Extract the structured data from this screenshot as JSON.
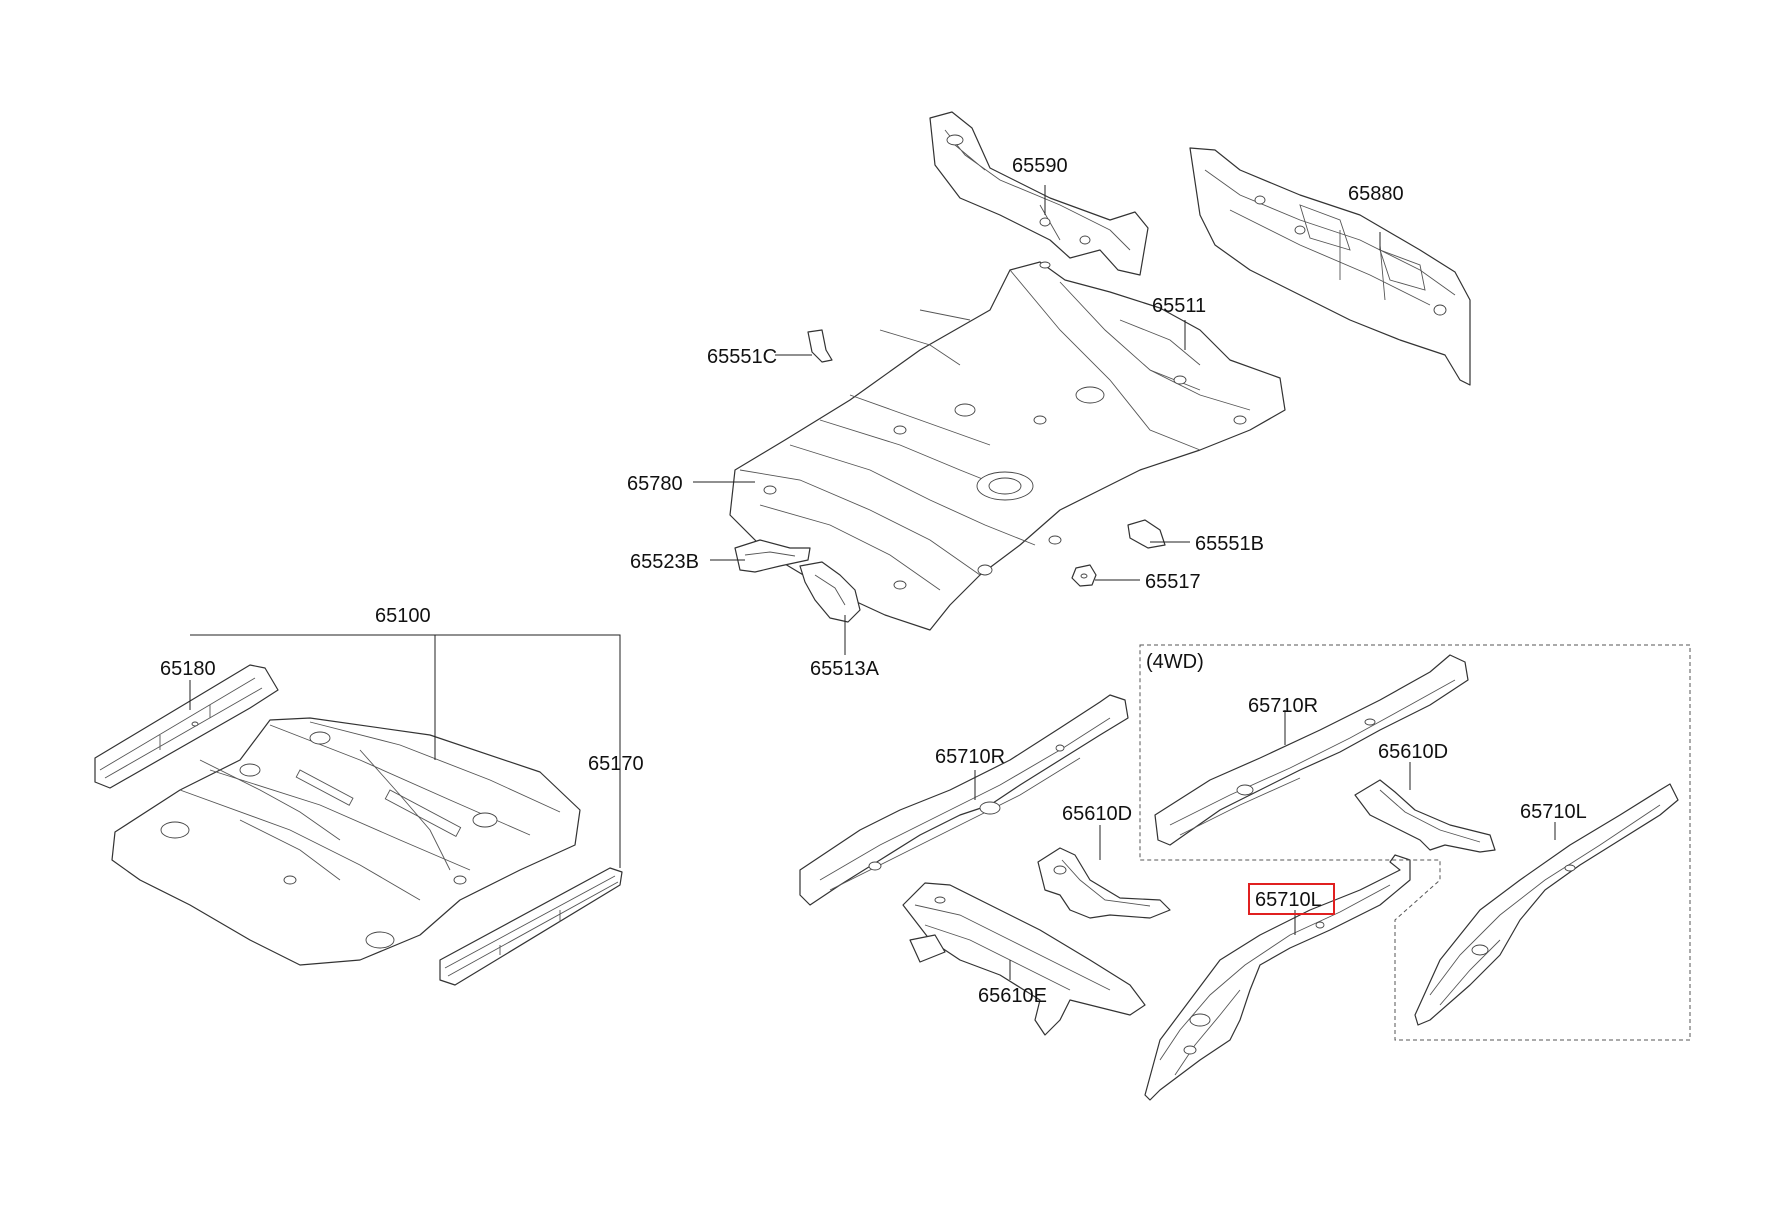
{
  "labels": {
    "p65590": "65590",
    "p65880": "65880",
    "p65511": "65511",
    "p65551C": "65551C",
    "p65780": "65780",
    "p65551B": "65551B",
    "p65523B": "65523B",
    "p65517": "65517",
    "p65513A": "65513A",
    "p65100": "65100",
    "p65180": "65180",
    "p65170": "65170",
    "p65710R_a": "65710R",
    "p65610D_a": "65610D",
    "p65610E": "65610E",
    "p65710L_hl": "65710L",
    "group_4wd": "(4WD)",
    "p65710R_b": "65710R",
    "p65610D_b": "65610D",
    "p65710L_b": "65710L"
  },
  "highlight": {
    "part": "65710L",
    "color": "#e02020"
  }
}
